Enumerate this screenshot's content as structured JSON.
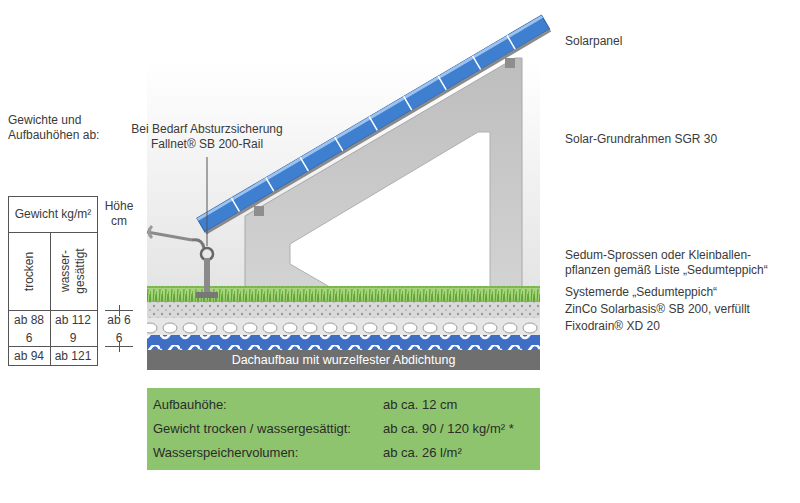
{
  "diagram": {
    "nodes": [
      {
        "text": [
          "Dachaufbau mit wurzelfester Abdichtung"
        ]
      },
      {
        "text": [
          "Aufbauhöhe:",
          "ab ca. 12 cm",
          "Gewicht trocken / wassergesättigt:",
          "ab ca. 90 / 120 kg/m² *",
          "Wasserspeichervolumen:",
          "ab ca. 26 l/m²"
        ]
      }
    ],
    "labels": [
      "Gewichte und Aufbauhöhen ab:",
      "Gewicht kg/m²",
      "trocken",
      "wasser- gesättigt",
      "Höhe cm",
      "ab 88",
      "ab 112",
      "ab 6",
      "6",
      "9",
      "6",
      "ab 94",
      "ab 121",
      "Bei Bedarf Absturzsicherung Fallnet® SB 200-Rail",
      "Solarpanel",
      "Solar-Grundrahmen SGR 30",
      "Sedum-Sprossen oder Kleinballen- pflanzen gemäß Liste „Sedumteppich“",
      "Systemerde „Sedumteppich“",
      "ZinCo Solarbasis® SB 200, verfüllt",
      "Fixodrain® XD 20"
    ]
  }
}
